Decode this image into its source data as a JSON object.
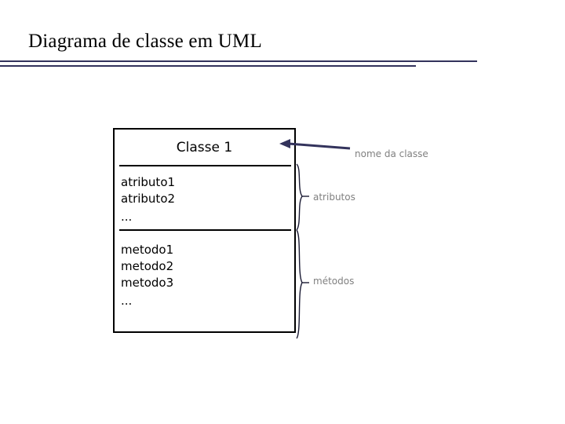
{
  "slide": {
    "title": "Diagrama de classe em UML",
    "background_color": "#ffffff",
    "rule_color": "#33335c"
  },
  "class_box": {
    "name": "Classe 1",
    "border_color": "#000000",
    "attributes_label": "atributos",
    "methods_label": "métodos",
    "attributes": [
      "atributo1",
      "atributo2",
      "..."
    ],
    "methods": [
      "metodo1",
      "metodo2",
      "metodo3",
      "..."
    ]
  },
  "annotations": {
    "class_name_callout": "nome da classe",
    "attributes_callout": "atributos",
    "methods_callout": "métodos",
    "text_color": "#808080",
    "arrow_color": "#33335c"
  }
}
